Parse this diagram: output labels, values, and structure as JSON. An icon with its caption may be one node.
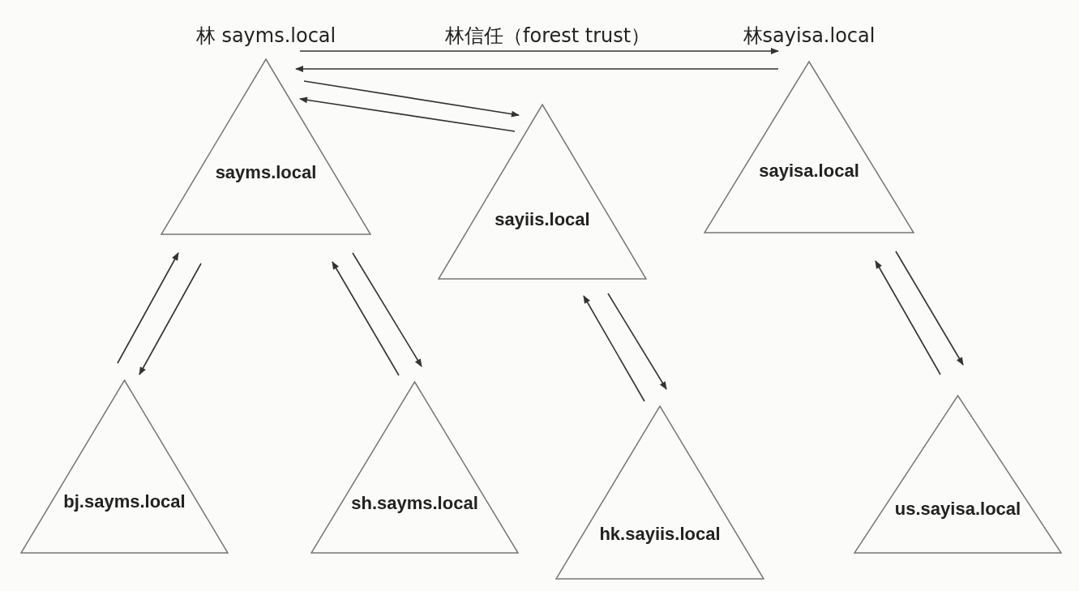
{
  "diagram": {
    "nodes": [
      {
        "text": [
          "林 sayms.local",
          "sayms.local"
        ]
      },
      {
        "text": [
          "sayiis.local"
        ]
      },
      {
        "text": [
          "林sayisa.local",
          "sayisa.local"
        ]
      },
      {
        "text": [
          "bj.sayms.local"
        ]
      },
      {
        "text": [
          "sh.sayms.local"
        ]
      },
      {
        "text": [
          "hk.sayiis.local"
        ]
      },
      {
        "text": [
          "us.sayisa.local"
        ]
      }
    ],
    "edges": [
      {
        "from": 0,
        "to": 2,
        "arrow": "to",
        "label": "林信任（forest trust）"
      },
      {
        "from": 2,
        "to": 0,
        "arrow": "to"
      },
      {
        "from": 0,
        "to": 1,
        "arrow": "to"
      },
      {
        "from": 1,
        "to": 0,
        "arrow": "to"
      },
      {
        "from": 3,
        "to": 0,
        "arrow": "to"
      },
      {
        "from": 0,
        "to": 3,
        "arrow": "to"
      },
      {
        "from": 4,
        "to": 0,
        "arrow": "to"
      },
      {
        "from": 0,
        "to": 4,
        "arrow": "to"
      },
      {
        "from": 5,
        "to": 1,
        "arrow": "to"
      },
      {
        "from": 1,
        "to": 5,
        "arrow": "to"
      },
      {
        "from": 6,
        "to": 2,
        "arrow": "to"
      },
      {
        "from": 2,
        "to": 6,
        "arrow": "to"
      }
    ]
  }
}
